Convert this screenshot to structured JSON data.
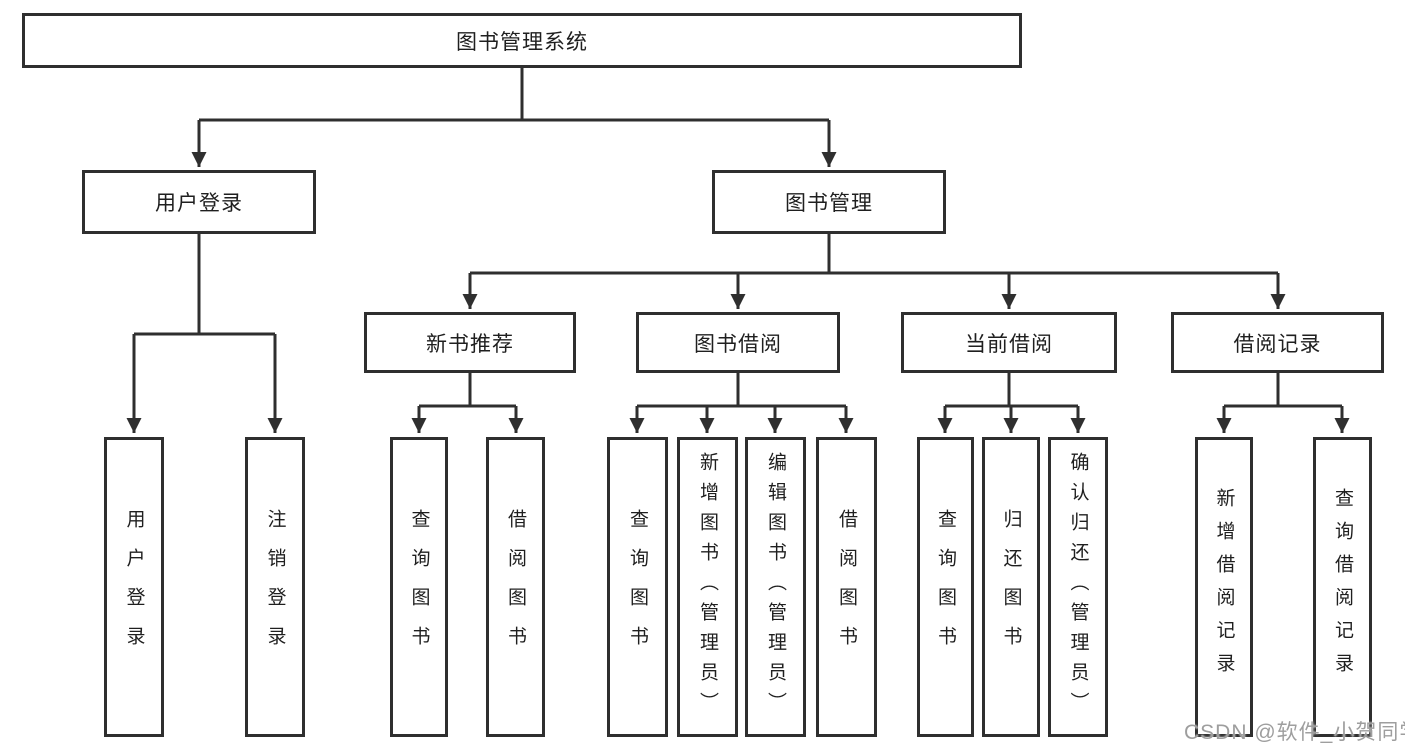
{
  "tree": {
    "root": {
      "label": "图书管理系统"
    },
    "branches": [
      {
        "label": "用户登录",
        "leaves": [
          {
            "label": "用户登录"
          },
          {
            "label": "注销登录"
          }
        ]
      },
      {
        "label": "图书管理",
        "groups": [
          {
            "label": "新书推荐",
            "leaves": [
              {
                "label": "查询图书"
              },
              {
                "label": "借阅图书"
              }
            ]
          },
          {
            "label": "图书借阅",
            "leaves": [
              {
                "label": "查询图书"
              },
              {
                "label": "新增图书（管理员）"
              },
              {
                "label": "编辑图书（管理员）"
              },
              {
                "label": "借阅图书"
              }
            ]
          },
          {
            "label": "当前借阅",
            "leaves": [
              {
                "label": "查询图书"
              },
              {
                "label": "归还图书"
              },
              {
                "label": "确认归还（管理员）"
              }
            ]
          },
          {
            "label": "借阅记录",
            "leaves": [
              {
                "label": "新增借阅记录"
              },
              {
                "label": "查询借阅记录"
              }
            ]
          }
        ]
      }
    ]
  },
  "watermark": {
    "text": "CSDN @软件_小贺同学"
  },
  "colors": {
    "line": "#2f2f2f",
    "box_border": "#2f2f2f",
    "text": "#1f1f1f",
    "background": "#ffffff",
    "watermark": "#9e9e9e"
  }
}
